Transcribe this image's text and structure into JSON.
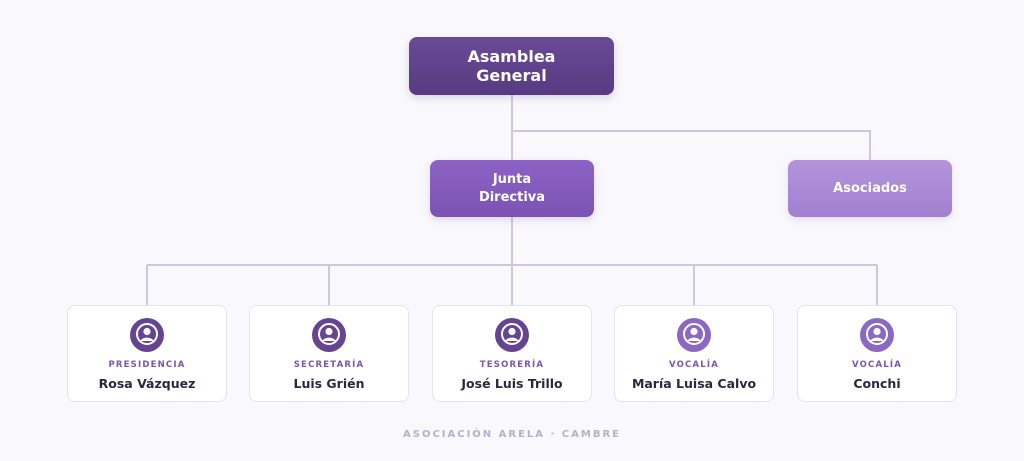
{
  "top_node": {
    "label": "Asamblea\nGeneral"
  },
  "mid_node": {
    "label": "Junta\nDirectiva"
  },
  "side_node": {
    "label": "Asociados"
  },
  "members": [
    {
      "role": "PRESIDENCIA",
      "name": "Rosa Vázquez",
      "icon": "user-icon"
    },
    {
      "role": "SECRETARÍA",
      "name": "Luis Grién",
      "icon": "user-icon"
    },
    {
      "role": "TESORERÍA",
      "name": "José Luis Trillo",
      "icon": "user-icon"
    },
    {
      "role": "VOCALÍA",
      "name": "María Luisa Calvo",
      "icon": "user-icon"
    },
    {
      "role": "VOCALÍA",
      "name": "Conchi",
      "icon": "user-icon"
    }
  ],
  "footer": "ASOCIACIÓN ARELA · CAMBRE",
  "colors": {
    "top_node": "#5f4189",
    "mid_node": "#845bbc",
    "side_node": "#aa8ad5",
    "connector": "#cfc7e2",
    "avatar_dark": "#654491",
    "avatar_light": "#8c68c2"
  }
}
